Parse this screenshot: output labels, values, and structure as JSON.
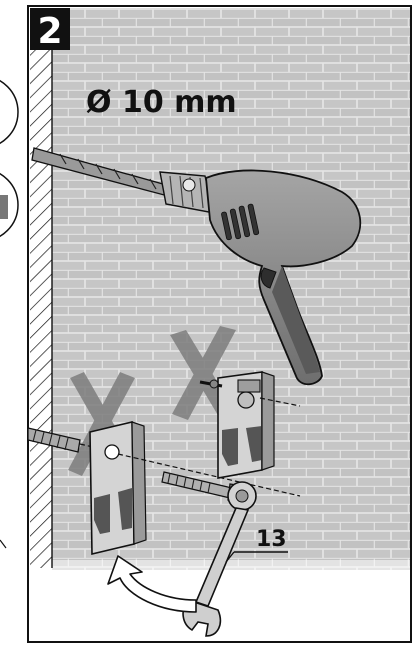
{
  "step": {
    "number": "2",
    "badge_fill": "#111111",
    "badge_text_color": "#ffffff"
  },
  "drill_spec": {
    "label": "Ø 10 mm"
  },
  "wrench": {
    "size_label": "13"
  },
  "colors": {
    "brick_wall": "#c8c8c8",
    "brick_mortar": "#e3e3e3",
    "drill_body": "#8e8e8e",
    "drill_shadow": "#5a5a5a",
    "bracket": "#cfcfcf",
    "cross_mark": "#7a7a7a",
    "outline": "#111111"
  },
  "icons": {
    "step_badge": "step-number-badge",
    "drill": "power-drill-icon",
    "bracket": "wall-bracket-icon",
    "anchor": "wall-anchor-icon",
    "screw": "screw-icon",
    "wrench": "open-end-wrench-icon",
    "rotation": "rotation-arrow-icon",
    "cross": "cross-out-icon"
  }
}
